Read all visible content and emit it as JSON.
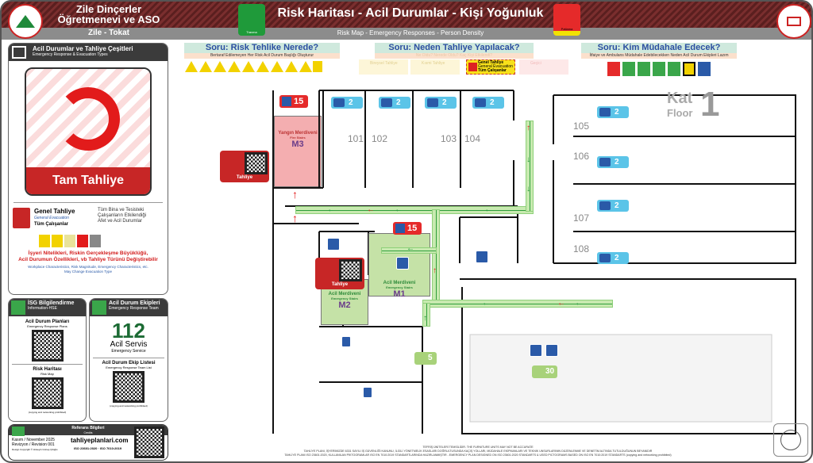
{
  "header": {
    "org_name_line1": "Zile Dinçerler",
    "org_name_line2": "Öğretmenevi ve ASO",
    "location": "Zile - Tokat",
    "title": "Risk Haritası - Acil Durumlar - Kişi Yoğunluk",
    "subtitle": "Risk Map - Emergency Responses - Person Density",
    "hazard_left_label": "Travma",
    "hazard_right_label": "Patlama",
    "colors": {
      "header": "#6b2a2a",
      "subbar": "#8c8c8c",
      "accent_green": "#1f9a3a",
      "accent_red": "#e21b1b"
    }
  },
  "questions": [
    {
      "title": "Soru: Risk Tehlike Nerede?",
      "subtitle": "Bertaraf Edilemeyen Her Risk Acil Durum Başlığı Oluşturur"
    },
    {
      "title": "Soru: Neden Tahliye Yapılacak?",
      "subtitle": "Ne Oldu? Nerede Oldu? Kaç Kişi Etkilendi?",
      "options": [
        "Bireysel Tahliye",
        "Kısmi Tahliye",
        "Genel Tahliye",
        "Geçici"
      ],
      "selected": {
        "label": "Genel Tahliye",
        "en": "General Evacuation",
        "who": "Tüm Çalışanlar"
      }
    },
    {
      "title": "Soru: Kim Müdahale Edecek?",
      "subtitle": "İtfaiye ve Ambulans Müdahale Edebilecekken Neden Acil Durum Ekipleri Lazım"
    }
  ],
  "left_panel": {
    "title": "Acil Durumlar ve Tahliye Çeşitleri",
    "title_en": "Emergency Response & Evacuation Types",
    "big_sign_label": "Tam Tahliye",
    "evac_type": "Genel Tahliye",
    "evac_type_en": "General Evacuation",
    "evac_who": "Tüm Çalışanlar",
    "evac_desc": [
      "Tüm Bina ve Tesisteki",
      "Çalışanların Etkilendiği",
      "Afet ve Acil Durumlar"
    ],
    "warning_line1": "İşyeri Nitelikleri, Riskin Gerçekleşme Büyüklüğü,",
    "warning_line2": "Acil Durumun Özellikleri, vb Tahliye Türünü Değiştirebilir",
    "warning_en1": "Workplace Characteristics, Risk Magnitude, Emergency Characteristics, etc.",
    "warning_en2": "May Change Evacuation Type"
  },
  "isg_panel": {
    "title": "İSG Bilgilendirme",
    "title_en": "Information-HSE",
    "item1": "Acil Durum Planları",
    "item1_en": "Emergency Response Plans",
    "item2": "Risk Haritası",
    "item2_en": "Risk Map",
    "note": "(copying and networking prohibited)"
  },
  "team_panel": {
    "title": "Acil Durum Ekipleri",
    "title_en": "Emergency Response Team",
    "phone": "112",
    "service": "Acil Servis",
    "service_en": "Emergency Service",
    "list": "Acil Durum Ekip Listesi",
    "list_en": "Emergency Response Team List",
    "note": "(copying and networking prohibited)"
  },
  "reference": {
    "title": "Referans Bilgileri",
    "title_en": "Credits",
    "date": "Kasım / November 2025",
    "revision": "Revizyon / Revision 001",
    "design": "Design Copyright © Hüseyin Güneş Çiloğlu",
    "website": "tahliyeplanlari.com",
    "iso1": "23601:2020",
    "iso2": "7010:2019"
  },
  "floor": {
    "label": "Kat",
    "label_en": "Floor",
    "number": "1"
  },
  "rooms": [
    {
      "number": "101",
      "beds": "2"
    },
    {
      "number": "102",
      "beds": "2"
    },
    {
      "number": "103",
      "beds": "2"
    },
    {
      "number": "104",
      "beds": "2"
    },
    {
      "number": "105",
      "beds": "2"
    },
    {
      "number": "106",
      "beds": "2"
    },
    {
      "number": "107",
      "beds": "2"
    },
    {
      "number": "108",
      "beds": "2"
    }
  ],
  "stairs": [
    {
      "id": "M3",
      "label": "Yangın Merdiveni",
      "label_en": "Fire Stairs",
      "capacity": "15"
    },
    {
      "id": "M1",
      "label": "Acil Merdiveni",
      "label_en": "Emergency Stairs",
      "capacity": "15"
    },
    {
      "id": "M2",
      "label": "Acil Merdiveni",
      "label_en": "Emergency Stairs"
    }
  ],
  "exit_label": "Tahliye",
  "lobby_count": "5",
  "restaurant_count": "30",
  "footer": {
    "line1": "TEFRİŞ ÜNİTELERİ TEMSİLİDİR. THE FURNITURE UNITS MAY NOT BE ACCURATE",
    "line2": "TAHLİYE PLANI, İŞYERİMİZDE 6331 SAYILI İŞ GÜVENLİĞİ KANUNU, İLGİLİ YÖNETMELİK ESASLARI DOĞRULTUSUNDA KAÇIŞ YOLLARI, MÜDAHALE EKİPMANLARI VE TEKNİK UNSURLARININ DÜZENLENME VE DENETİM ALTINDA TUTULDUĞUNUN BEYANIDIR",
    "line3": "TAHLİYE PLANI ISO 23601:2020, KULLANILAN PİKTOGRAMLAR ISO EN 7010:2019 STANDARTLARINDA HAZIRLANMIŞTIR - EMERGENCY PLAN DESIGNED ON ISO 23601:2020 STANDARTS & USED PICTOGRAMS BASED ON ISO EN 7010:2019 STANDARTS (copying and networking prohibited)"
  }
}
